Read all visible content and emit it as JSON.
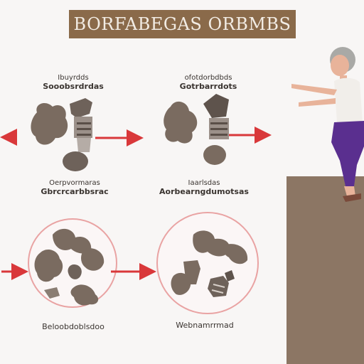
{
  "title": "BORFABEGAS ORBMBS",
  "labels": {
    "top_left": {
      "line1": "Ibuyrdds",
      "line2": "Sooobsrdrdas"
    },
    "top_middle": {
      "line1": "ofotdorbdbds",
      "line2": "Gotrbarrdots"
    },
    "mid_left": {
      "line1": "Oerpvormaras",
      "line2": "Gbrcrcarbbsrac"
    },
    "mid_middle": {
      "line1": "Iaarlsdas",
      "line2": "Aorbearngdumotsas"
    },
    "bottom_left": "Beloobdoblsdoo",
    "bottom_middle": "Webnamrrmad"
  },
  "colors": {
    "bone": "#7a6b60",
    "arrow": "#d9383a",
    "circle": "#e9a3a3",
    "title_bg": "#8a6a4a",
    "platform": "#8c7664",
    "pants": "#5a2f8f",
    "skin": "#e8b39a",
    "hair": "#a9a9a6"
  }
}
